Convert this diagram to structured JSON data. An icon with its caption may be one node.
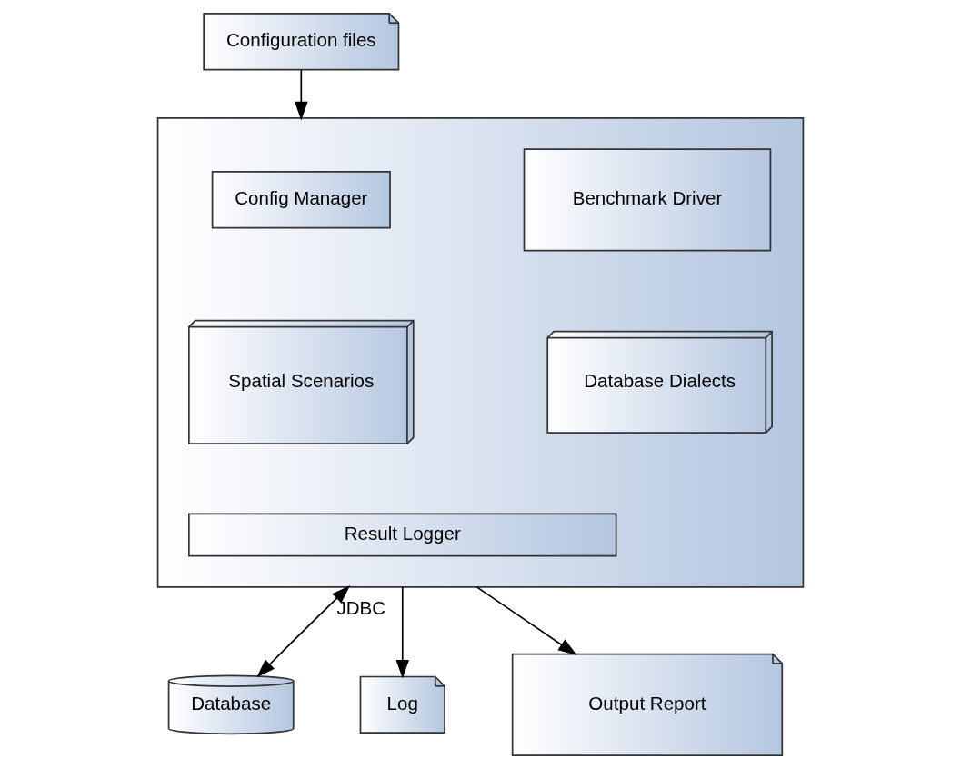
{
  "diagram": {
    "nodes": [
      {
        "text": [
          "Configuration files"
        ]
      },
      {
        "text": [],
        "shape": "box"
      },
      {
        "text": [
          "Config Manager"
        ],
        "in": 1
      },
      {
        "text": [
          "Benchmark Driver"
        ],
        "in": 1
      },
      {
        "text": [
          "Spatial Scenarios"
        ],
        "in": 1
      },
      {
        "text": [
          "Database Dialects"
        ],
        "in": 1
      },
      {
        "text": [
          "Result Logger"
        ],
        "in": 1
      },
      {
        "text": [
          "Database"
        ]
      },
      {
        "text": [
          "Log"
        ]
      },
      {
        "text": [
          "Output Report"
        ]
      }
    ],
    "edges": [
      {
        "from": 0,
        "to": 1,
        "arrow": "to"
      },
      {
        "from": 1,
        "to": 7,
        "arrow": "both",
        "label": "JDBC"
      },
      {
        "from": 1,
        "to": 8,
        "arrow": "to"
      },
      {
        "from": 1,
        "to": 9,
        "arrow": "to"
      }
    ]
  }
}
